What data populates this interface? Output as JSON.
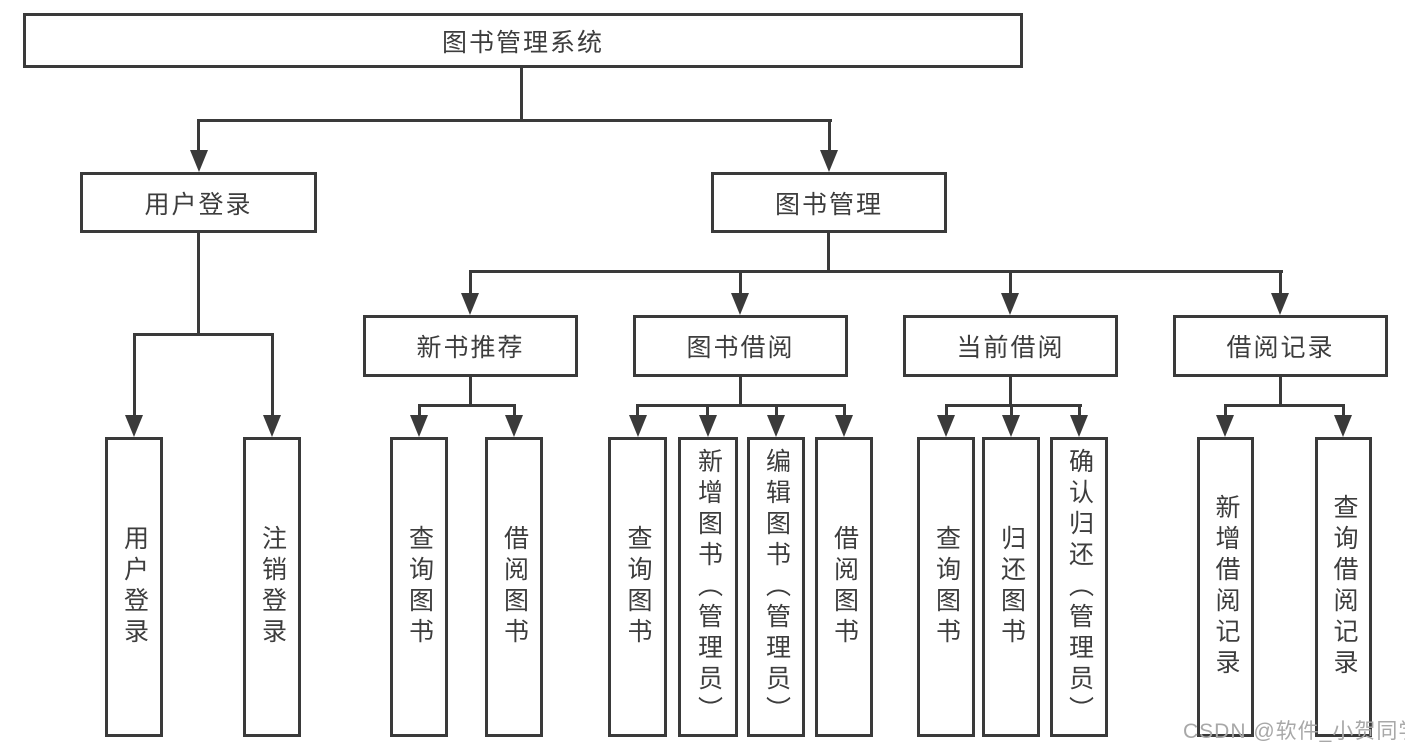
{
  "diagram": {
    "root": {
      "label": "图书管理系统"
    },
    "level2": [
      {
        "label": "用户登录"
      },
      {
        "label": "图书管理"
      }
    ],
    "level3": [
      {
        "label": "新书推荐"
      },
      {
        "label": "图书借阅"
      },
      {
        "label": "当前借阅"
      },
      {
        "label": "借阅记录"
      }
    ],
    "leaves": {
      "user_login": [
        {
          "label": "用户登录"
        },
        {
          "label": "注销登录"
        }
      ],
      "new_book_recommend": [
        {
          "label": "查询图书"
        },
        {
          "label": "借阅图书"
        }
      ],
      "book_borrow": [
        {
          "label": "查询图书"
        },
        {
          "label": "新增图书（管理员）"
        },
        {
          "label": "编辑图书（管理员）"
        },
        {
          "label": "借阅图书"
        }
      ],
      "current_borrow": [
        {
          "label": "查询图书"
        },
        {
          "label": "归还图书"
        },
        {
          "label": "确认归还（管理员）"
        }
      ],
      "borrow_record": [
        {
          "label": "新增借阅记录"
        },
        {
          "label": "查询借阅记录"
        }
      ]
    },
    "colors": {
      "line": "#3a3a3a",
      "text": "#3d3d3d",
      "background": "#ffffff",
      "watermark": "#a8a8a8"
    }
  },
  "watermark": {
    "text": "CSDN @软件_小贺同学"
  }
}
